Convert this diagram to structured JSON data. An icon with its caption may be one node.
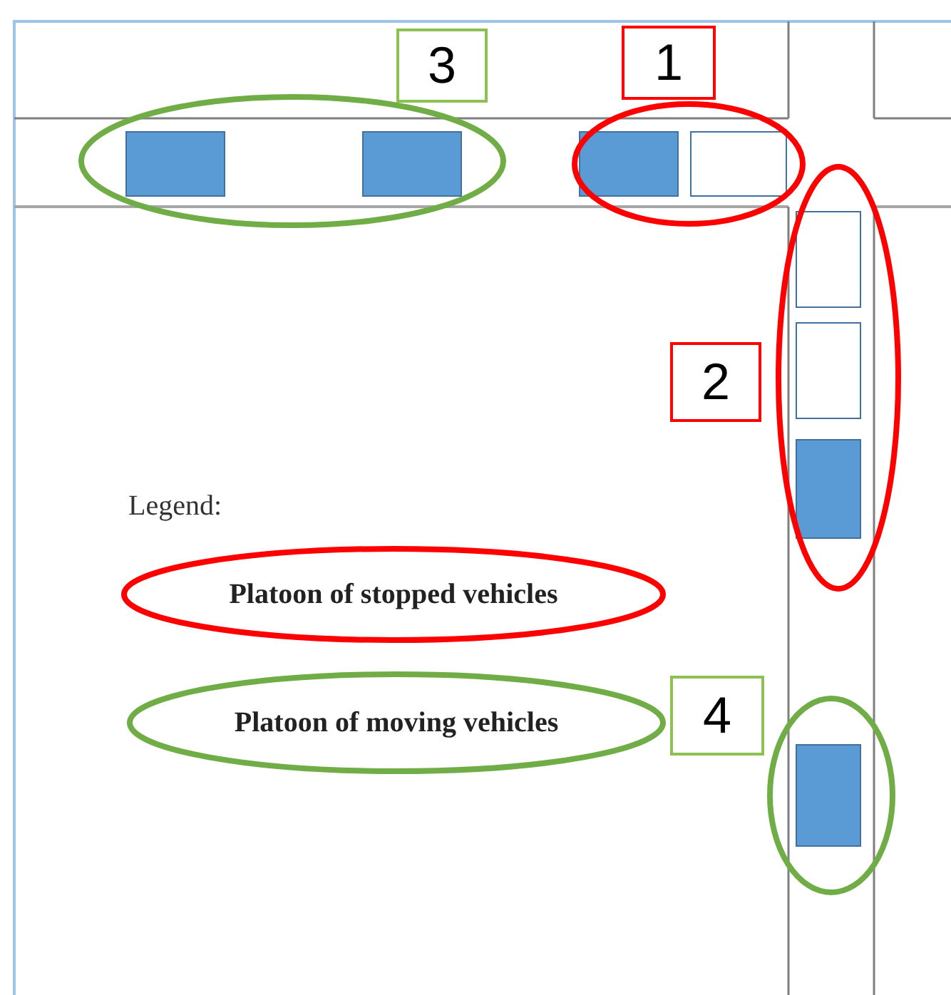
{
  "diagram": {
    "nodes": [
      {
        "text": [
          "3"
        ]
      },
      {
        "text": [
          "1"
        ]
      },
      {
        "text": [
          "2"
        ]
      },
      {
        "text": [
          "4"
        ]
      }
    ],
    "labels": [
      "Legend:"
    ],
    "legend": [
      {
        "text": "Platoon of stopped vehicles"
      },
      {
        "text": "Platoon of moving vehicles"
      }
    ]
  }
}
